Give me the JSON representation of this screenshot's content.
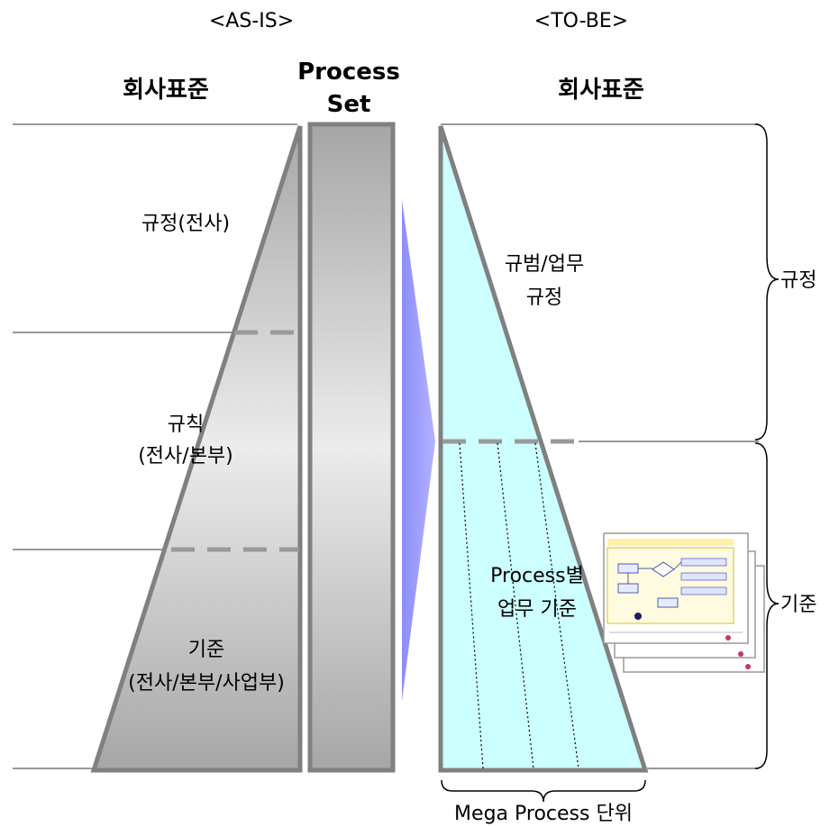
{
  "as_is": {
    "caption": "<AS-IS>",
    "header": "회사표준",
    "levels": [
      {
        "lines": [
          "규정(전사)"
        ]
      },
      {
        "lines": [
          "규칙",
          "(전사/본부)"
        ]
      },
      {
        "lines": [
          "기준",
          "(전사/본부/사업부)"
        ]
      }
    ]
  },
  "process_set": {
    "lines": [
      "Process",
      "Set"
    ]
  },
  "to_be": {
    "caption": "<TO-BE>",
    "header": "회사표준",
    "upper_lines": [
      "규범/업무",
      "규정"
    ],
    "lower_lines": [
      "Process별",
      "업무 기준"
    ],
    "bottom_label": "Mega Process 단위",
    "brace_labels": [
      "규정",
      "기준"
    ]
  },
  "colors": {
    "outline": "#808080",
    "gray_light": "#ececec",
    "gray_dark": "#a6a6a6",
    "cyan": "#ccffff",
    "arrow": "#9999ff",
    "line": "#999999"
  },
  "icons": [
    "process-document-icon"
  ]
}
